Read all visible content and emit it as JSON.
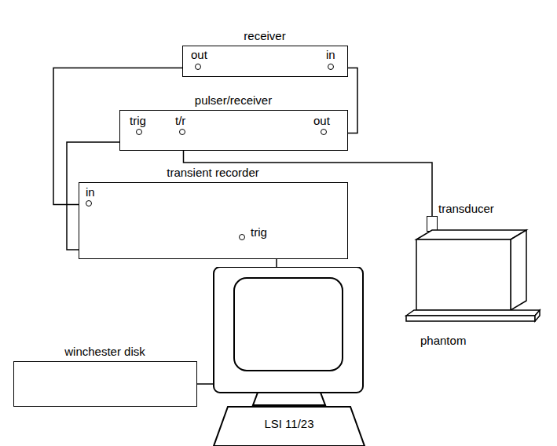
{
  "diagram": {
    "nodes": [
      {
        "text": [
          "receiver",
          "out",
          "in"
        ]
      },
      {
        "text": [
          "pulser/receiver",
          "trig",
          "t/r",
          "out"
        ]
      },
      {
        "text": [
          "transient recorder",
          "in",
          "trig"
        ]
      },
      {
        "text": [
          "transducer"
        ]
      },
      {
        "text": [
          "phantom"
        ]
      },
      {
        "text": [
          "winchester disk"
        ]
      },
      {
        "text": [
          "LSI 11/23"
        ]
      }
    ],
    "edges": [
      {
        "from": 1,
        "to": 0,
        "arrow": "none"
      },
      {
        "from": 0,
        "to": 2,
        "arrow": "none"
      },
      {
        "from": 1,
        "to": 2,
        "arrow": "none"
      },
      {
        "from": 1,
        "to": 3,
        "arrow": "none"
      },
      {
        "from": 2,
        "to": 6,
        "arrow": "none"
      },
      {
        "from": 5,
        "to": 6,
        "arrow": "none"
      }
    ]
  }
}
